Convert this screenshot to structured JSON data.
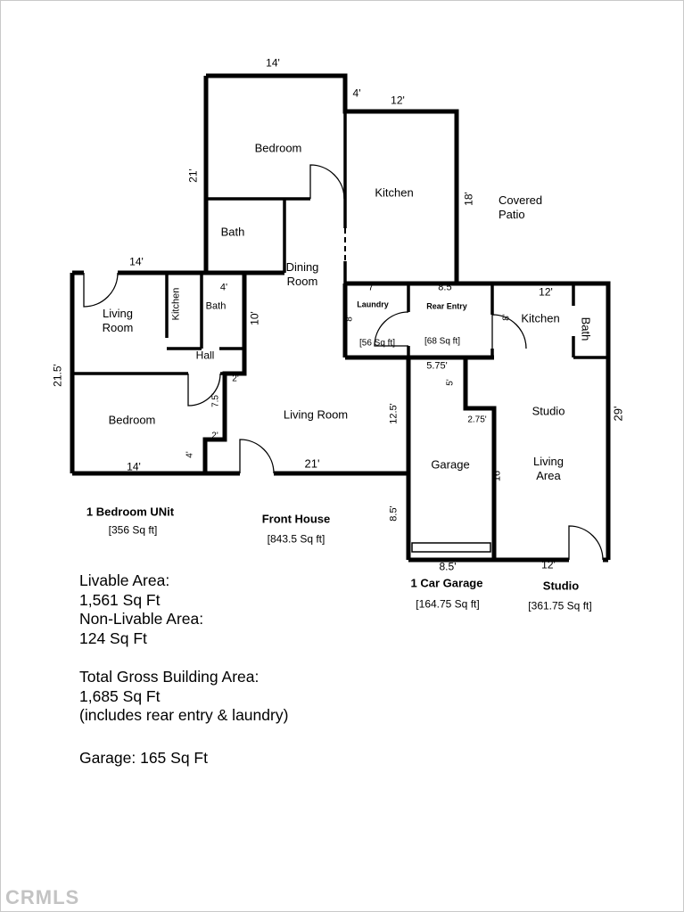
{
  "watermark": "CRMLS",
  "plan": {
    "top_unit": {
      "bedroom": "Bedroom",
      "bath": "Bath",
      "kitchen": "Kitchen",
      "dining_room": "Dining Room",
      "covered_patio": "Covered Patio",
      "dim_top_width": "14'",
      "dim_step": "4'",
      "dim_kitchen_width": "12'",
      "dim_left_height": "21'",
      "dim_kitchen_height": "18'"
    },
    "left_unit": {
      "living_room": "Living Room",
      "kitchen": "Kitchen",
      "bath": "Bath",
      "hall": "Hall",
      "bedroom": "Bedroom",
      "dim_top_width": "14'",
      "dim_bath_width": "4'",
      "dim_east_height": "10'",
      "dim_left_height": "21.5'",
      "dim_jog_top": "2'",
      "dim_jog_mid": "7.5'",
      "dim_jog_bottom": "2'",
      "dim_jog_south": "4'",
      "dim_bottom_width": "14'"
    },
    "front_house": {
      "living_room": "Living Room",
      "dim_bottom_width": "21'"
    },
    "laundry": {
      "name": "Laundry",
      "sqft": "[56 Sq ft]",
      "dim_width": "7'",
      "dim_height": "8'"
    },
    "rear_entry": {
      "name": "Rear Entry",
      "sqft": "[68 Sq ft]",
      "dim_width": "8.5'"
    },
    "studio": {
      "kitchen": "Kitchen",
      "bath": "Bath",
      "name": "Studio",
      "living_area": "Living Area",
      "dim_kitchen_width": "12'",
      "dim_divider_height": "8'",
      "dim_right_height": "29'",
      "dim_bottom_width": "12'"
    },
    "garage": {
      "name": "Garage",
      "dim_top_width": "5.75'",
      "dim_notch_height": "5'",
      "dim_notch_width": "2.75'",
      "dim_left_upper": "12.5'",
      "dim_divider_height": "16'",
      "dim_left_lower": "8.5'",
      "dim_bottom_width": "8.5'"
    }
  },
  "captions": {
    "one_bedroom_unit": {
      "title": "1 Bedroom UNit",
      "sqft": "[356 Sq ft]"
    },
    "front_house": {
      "title": "Front House",
      "sqft": "[843.5 Sq ft]"
    },
    "one_car_garage": {
      "title": "1 Car Garage",
      "sqft": "[164.75 Sq ft]"
    },
    "studio": {
      "title": "Studio",
      "sqft": "[361.75 Sq ft]"
    }
  },
  "summary": {
    "livable_label": "Livable Area:",
    "livable_value": "1,561 Sq Ft",
    "non_livable_label": "Non-Livable Area:",
    "non_livable_value": "124 Sq Ft",
    "total_label": "Total Gross Building Area:",
    "total_value": "1,685 Sq Ft",
    "total_note": "(includes rear entry & laundry)",
    "garage_note": "Garage: 165 Sq Ft"
  }
}
